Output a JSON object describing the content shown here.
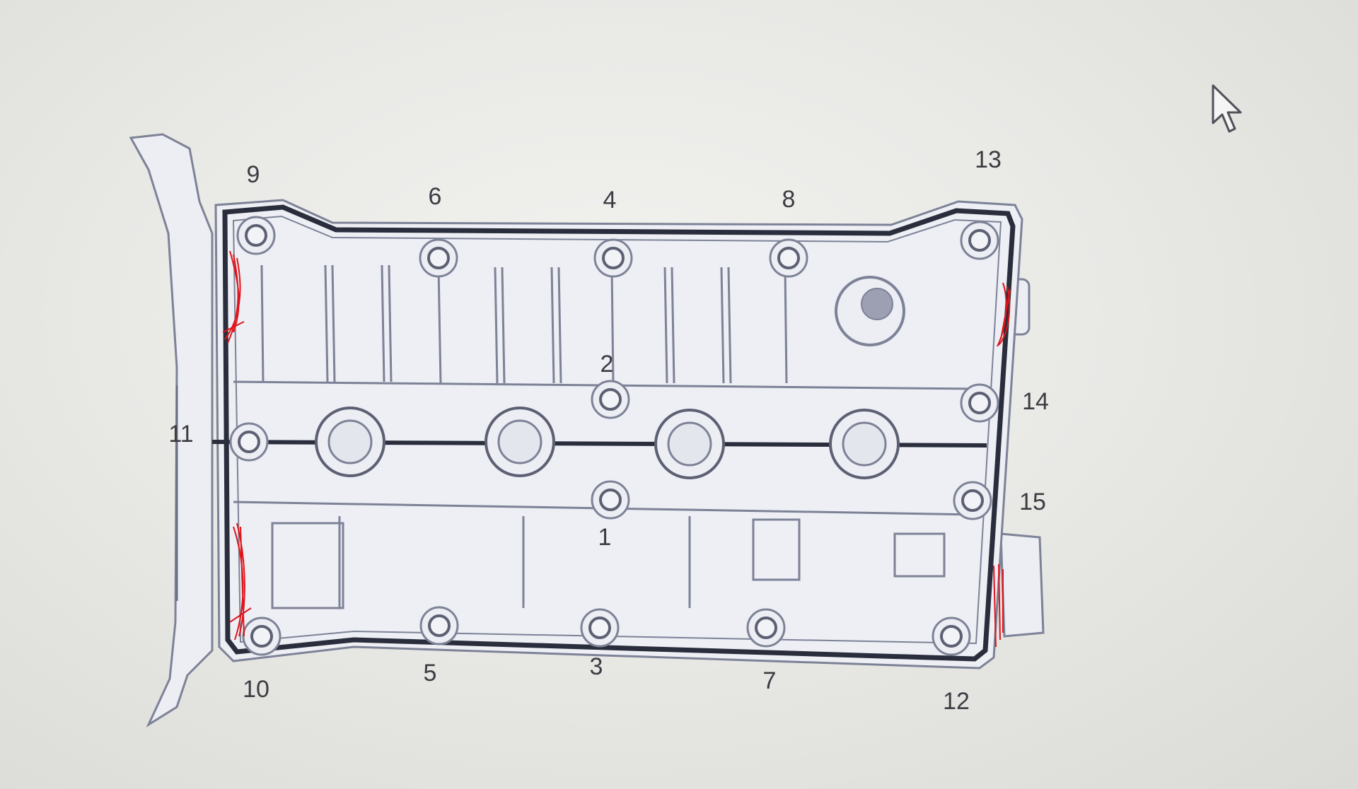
{
  "diagram": {
    "bolt_labels": [
      "1",
      "2",
      "3",
      "4",
      "5",
      "6",
      "7",
      "8",
      "9",
      "10",
      "11",
      "12",
      "13",
      "14",
      "15"
    ],
    "colors": {
      "background": "#e9e9e6",
      "gasket": "#2a2e3c",
      "line": "#7d8296",
      "fill": "#eceef4",
      "marker": "#e0141b",
      "label": "#3c3c42"
    }
  },
  "cursor": {
    "icon": "mouse-pointer-icon"
  }
}
